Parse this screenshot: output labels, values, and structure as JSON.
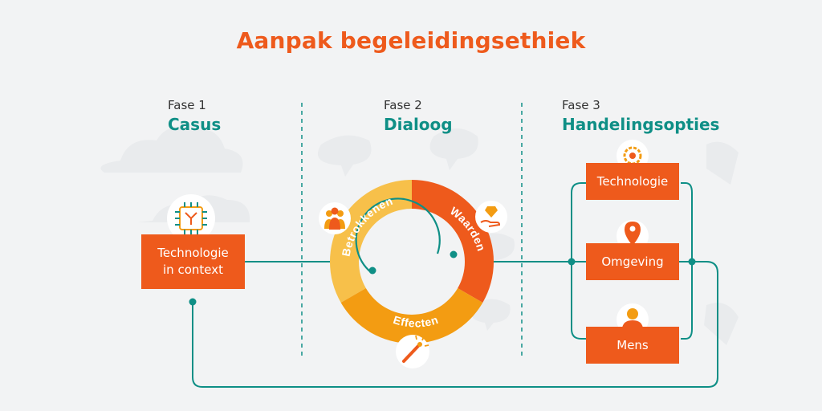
{
  "title": "Aanpak begeleidingsethiek",
  "phases": [
    {
      "label": "Fase 1",
      "name": "Casus"
    },
    {
      "label": "Fase 2",
      "name": "Dialoog"
    },
    {
      "label": "Fase 3",
      "name": "Handelingsopties"
    }
  ],
  "casus_box": {
    "line1": "Technologie",
    "line2": "in context",
    "icon": "circuit-chip-icon"
  },
  "dialoog_ring": [
    {
      "label": "Betrokkenen",
      "icon": "people-group-icon",
      "color": "#f7c04a"
    },
    {
      "label": "Waarden",
      "icon": "diamond-hand-icon",
      "color": "#ee5a1c"
    },
    {
      "label": "Effecten",
      "icon": "magic-wand-icon",
      "color": "#f39c12"
    }
  ],
  "options": [
    {
      "label": "Technologie",
      "icon": "gear-lightbulb-icon"
    },
    {
      "label": "Omgeving",
      "icon": "location-pin-icon"
    },
    {
      "label": "Mens",
      "icon": "person-icon"
    }
  ],
  "colors": {
    "accent": "#ee5a1c",
    "teal": "#0f8f86",
    "yellow": "#f7c04a",
    "amber": "#f39c12"
  }
}
